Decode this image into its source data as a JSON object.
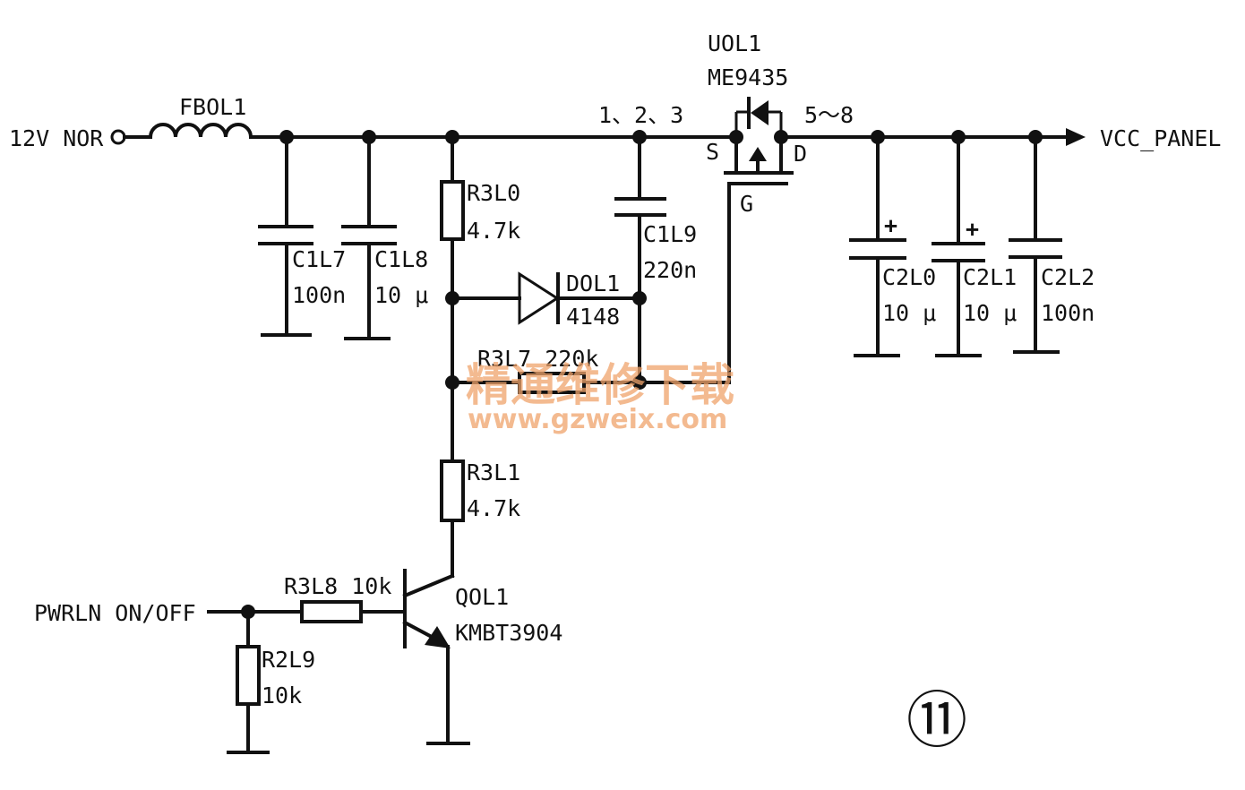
{
  "labels": {
    "input_net": "12V NOR",
    "ferrite": "FBOL1",
    "pins_source": "1、2、3",
    "mosfet_ref": "UOL1",
    "mosfet_part": "ME9435",
    "pins_drain": "5～8",
    "pin_s": "S",
    "pin_d": "D",
    "pin_g": "G",
    "output_net": "VCC_PANEL",
    "c1l7_ref": "C1L7",
    "c1l7_val": "100n",
    "c1l8_ref": "C1L8",
    "c1l8_val": "10 μ",
    "r3l0_ref": "R3L0",
    "r3l0_val": "4.7k",
    "c1l9_ref": "C1L9",
    "c1l9_val": "220n",
    "d0l1_ref": "DOL1",
    "d0l1_val": "4148",
    "r3l7": "R3L7 220k",
    "c2l0_ref": "C2L0",
    "c2l0_val": "10 μ",
    "c2l1_ref": "C2L1",
    "c2l1_val": "10 μ",
    "c2l2_ref": "C2L2",
    "c2l2_val": "100n",
    "r3l1_ref": "R3L1",
    "r3l1_val": "4.7k",
    "control_net": "PWRLN ON/OFF",
    "r3l8": "R3L8 10k",
    "q0l1_ref": "QOL1",
    "q0l1_part": "KMBT3904",
    "r2l9_ref": "R2L9",
    "r2l9_val": "10k",
    "figure_number": "⑪",
    "plus_sign": "+"
  },
  "watermark": {
    "title": "精通维修下载",
    "url": "www.gzweix.com",
    "color": "#f0a46c"
  }
}
